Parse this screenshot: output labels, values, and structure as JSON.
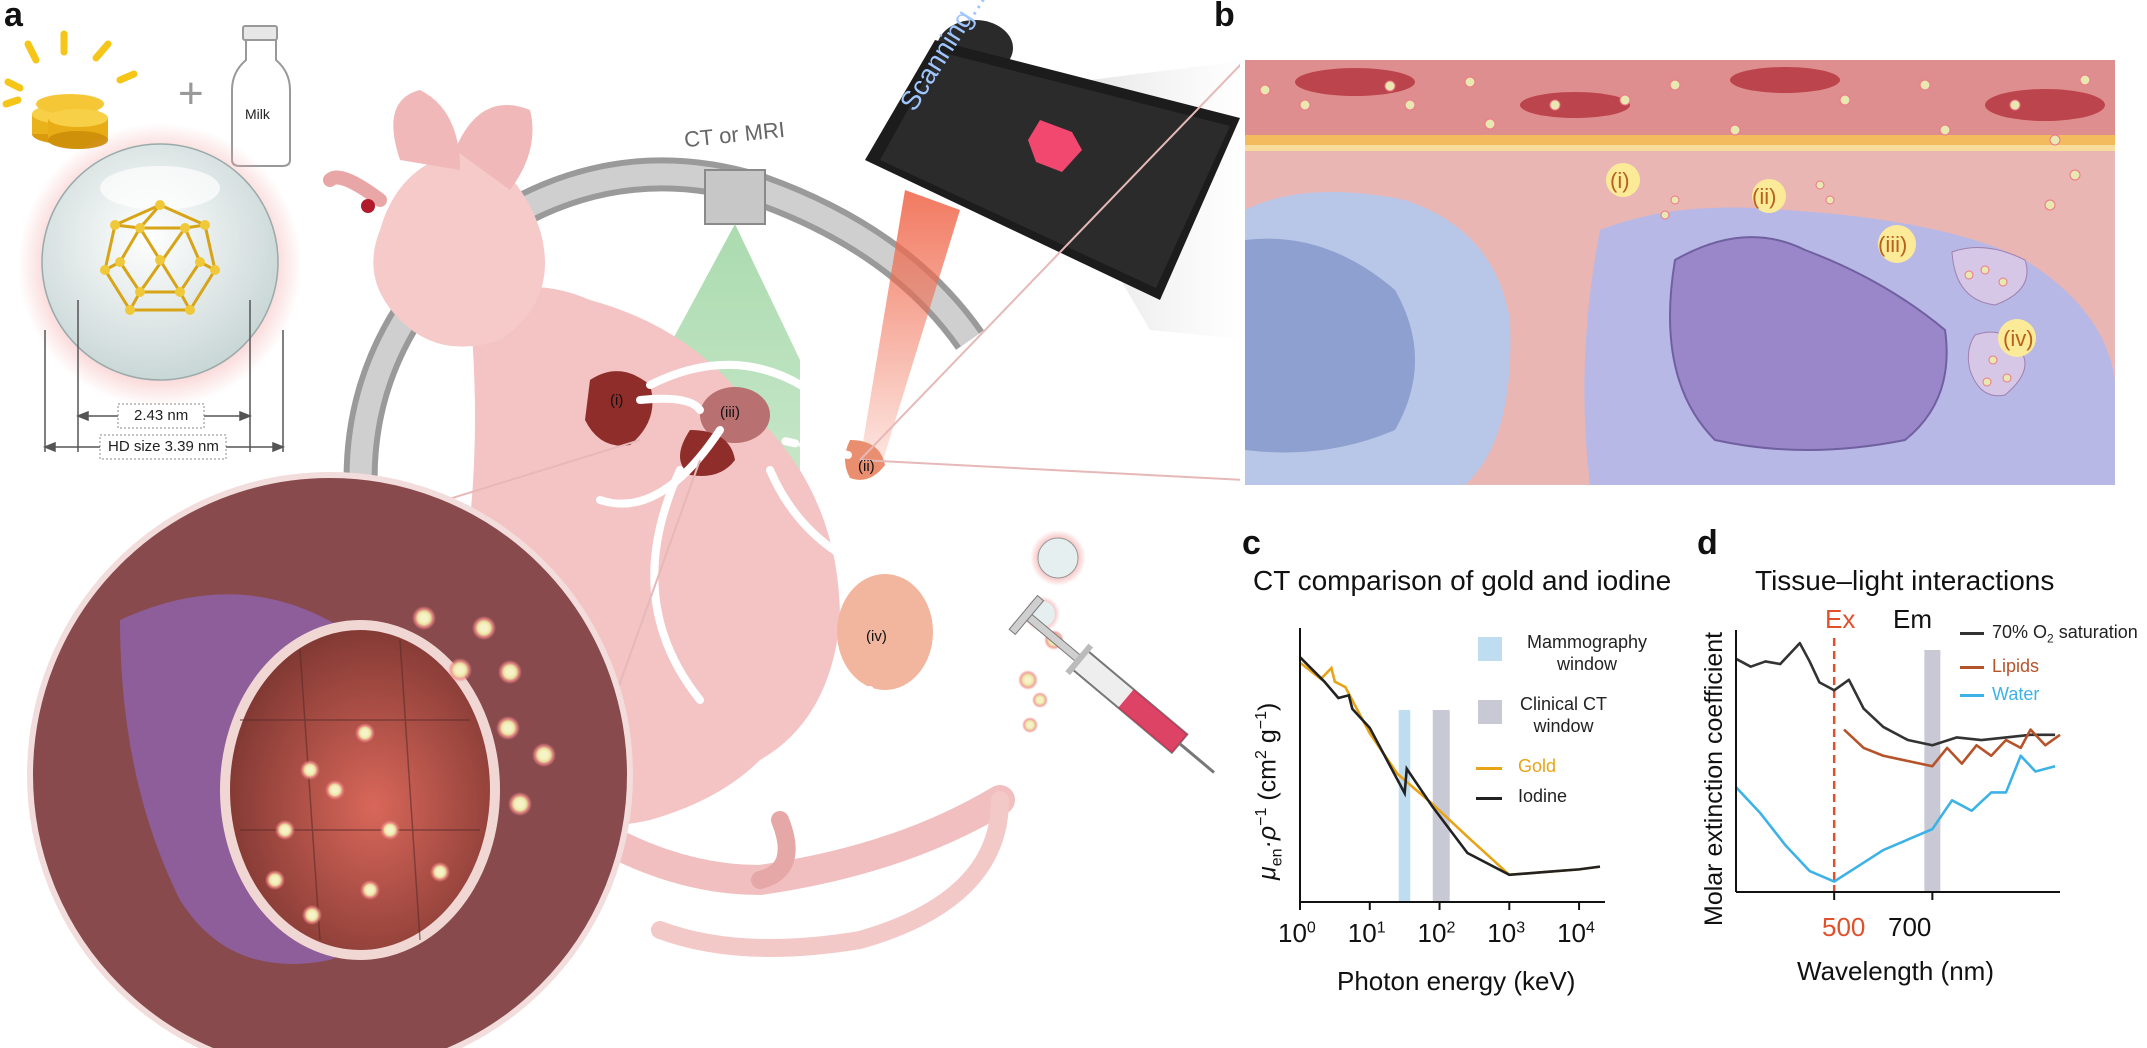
{
  "panels": {
    "a": {
      "letter": "a",
      "milk_label": "Milk",
      "scanner_label": "CT or MRI",
      "phone_text": "Scanning...",
      "core_size": "2.43 nm",
      "hd_size": "HD size 3.39 nm",
      "organ_labels": [
        "(i)",
        "(ii)",
        "(iii)",
        "(iv)"
      ]
    },
    "b": {
      "letter": "b",
      "stage_labels": [
        "(i)",
        "(ii)",
        "(iii)",
        "(iv)"
      ]
    },
    "c": {
      "letter": "c",
      "title": "CT comparison of gold and iodine",
      "xlabel": "Photon energy (keV)",
      "ylabel_main": "μ",
      "ylabel_sub_en": "en",
      "ylabel_rest": "·ρ",
      "ylabel_sup": "−1",
      "ylabel_units": "(cm",
      "ylabel_units_sup1": "2",
      "ylabel_units_mid": " g",
      "ylabel_units_sup2": "−1",
      "ylabel_units_end": ")",
      "xticks": [
        {
          "base": "10",
          "exp": "0",
          "value": 0
        },
        {
          "base": "10",
          "exp": "1",
          "value": 1
        },
        {
          "base": "10",
          "exp": "2",
          "value": 2
        },
        {
          "base": "10",
          "exp": "3",
          "value": 3
        },
        {
          "base": "10",
          "exp": "4",
          "value": 4
        }
      ],
      "legend": {
        "mammography": [
          "Mammography",
          "window"
        ],
        "clinical_ct": [
          "Clinical CT",
          "window"
        ],
        "gold": "Gold",
        "iodine": "Iodine"
      }
    },
    "d": {
      "letter": "d",
      "title": "Tissue–light interactions",
      "xlabel": "Wavelength (nm)",
      "ylabel": "Molar extinction coefficient",
      "ex_label": "Ex",
      "em_label": "Em",
      "xticks": [
        "500",
        "700"
      ],
      "legend": {
        "o2_prefix": "70% O",
        "o2_sub": "2",
        "o2_suffix": " saturation",
        "lipids": "Lipids",
        "water": "Water"
      }
    }
  },
  "colors": {
    "gold": "#E8A417",
    "iodine": "#222222",
    "mammo_window": "#BFDDF0",
    "ct_window": "#C9C9D6",
    "ex": "#E0512B",
    "lipids": "#B5532A",
    "water": "#3DB2E6",
    "o2": "#333333"
  },
  "chart_data": [
    {
      "type": "line",
      "title": "CT comparison of gold and iodine",
      "xlabel": "Photon energy (keV)",
      "ylabel": "μen·ρ−1 (cm2 g−1)",
      "xscale": "log",
      "xlim": [
        1,
        20000
      ],
      "bands": [
        {
          "name": "Mammography window",
          "range": [
            26,
            38
          ]
        },
        {
          "name": "Clinical CT window",
          "range": [
            80,
            140
          ]
        }
      ],
      "series": [
        {
          "name": "Gold",
          "x_log10": [
            0,
            0.3,
            0.45,
            0.5,
            0.65,
            1.0,
            1.4,
            1.9,
            2.4,
            3.0,
            3.5,
            4.0,
            4.3
          ],
          "y_rel": [
            0.88,
            0.82,
            0.86,
            0.81,
            0.79,
            0.62,
            0.47,
            0.36,
            0.24,
            0.1,
            0.11,
            0.12,
            0.13
          ]
        },
        {
          "name": "Iodine",
          "x_log10": [
            0,
            0.35,
            0.55,
            0.7,
            0.75,
            1.0,
            1.5,
            1.53,
            1.9,
            2.4,
            3.0,
            3.5,
            4.0,
            4.3
          ],
          "y_rel": [
            0.9,
            0.81,
            0.75,
            0.76,
            0.71,
            0.64,
            0.4,
            0.49,
            0.35,
            0.18,
            0.1,
            0.11,
            0.12,
            0.13
          ]
        }
      ]
    },
    {
      "type": "line",
      "title": "Tissue–light interactions",
      "xlabel": "Wavelength (nm)",
      "ylabel": "Molar extinction coefficient",
      "xticks": [
        500,
        700
      ],
      "markers": [
        {
          "name": "Ex",
          "x": 500
        },
        {
          "name": "Em",
          "x": 700
        }
      ],
      "series": [
        {
          "name": "70% O2 saturation",
          "x": [
            300,
            330,
            360,
            390,
            410,
            430,
            450,
            470,
            500,
            530,
            560,
            600,
            650,
            700,
            750,
            800,
            850,
            900,
            950
          ],
          "y_rel": [
            0.89,
            0.86,
            0.88,
            0.87,
            0.91,
            0.95,
            0.88,
            0.8,
            0.77,
            0.81,
            0.7,
            0.63,
            0.58,
            0.56,
            0.59,
            0.58,
            0.59,
            0.6,
            0.6
          ]
        },
        {
          "name": "Lipids",
          "x": [
            520,
            560,
            600,
            650,
            700,
            730,
            760,
            790,
            820,
            850,
            880,
            900,
            930,
            960
          ],
          "y_rel": [
            0.62,
            0.55,
            0.52,
            0.5,
            0.48,
            0.55,
            0.49,
            0.56,
            0.52,
            0.58,
            0.55,
            0.62,
            0.56,
            0.6
          ]
        },
        {
          "name": "Water",
          "x": [
            300,
            350,
            400,
            450,
            500,
            550,
            600,
            650,
            700,
            740,
            780,
            820,
            850,
            880,
            910,
            950
          ],
          "y_rel": [
            0.4,
            0.3,
            0.18,
            0.08,
            0.04,
            0.1,
            0.16,
            0.2,
            0.24,
            0.35,
            0.31,
            0.38,
            0.38,
            0.52,
            0.46,
            0.48
          ]
        }
      ]
    }
  ]
}
